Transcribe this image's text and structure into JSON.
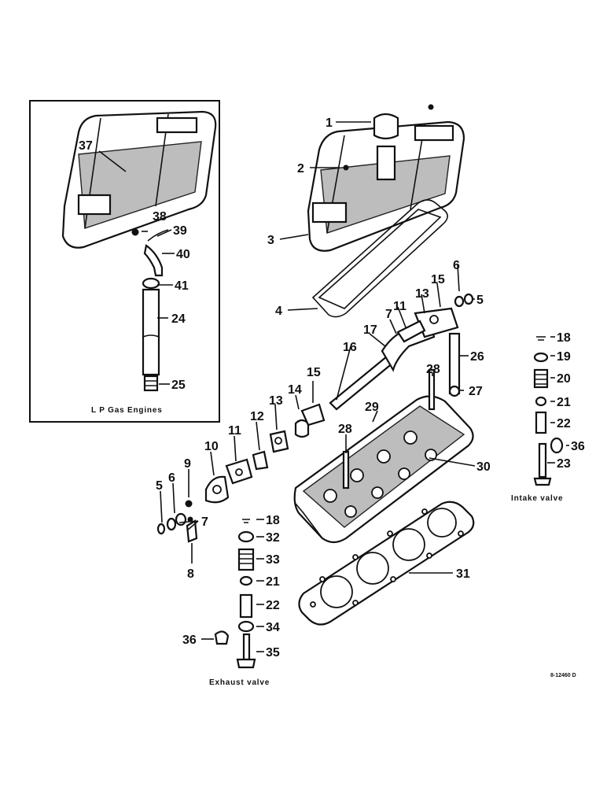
{
  "callouts": [
    "1",
    "2",
    "3",
    "4",
    "5",
    "6",
    "7",
    "8",
    "9",
    "10",
    "11",
    "12",
    "13",
    "14",
    "15",
    "16",
    "17",
    "18",
    "19",
    "20",
    "21",
    "22",
    "23",
    "24",
    "25",
    "26",
    "27",
    "28",
    "29",
    "30",
    "31",
    "32",
    "33",
    "34",
    "35",
    "36",
    "37",
    "38",
    "39",
    "40",
    "41"
  ],
  "captions": {
    "inset": "L P Gas Engines",
    "intake": "Intake valve",
    "exhaust": "Exhaust valve",
    "figure_id": "8-12460 D"
  },
  "colors": {
    "ink": "#111111",
    "paper": "#ffffff",
    "shade": "#bdbdbd"
  }
}
